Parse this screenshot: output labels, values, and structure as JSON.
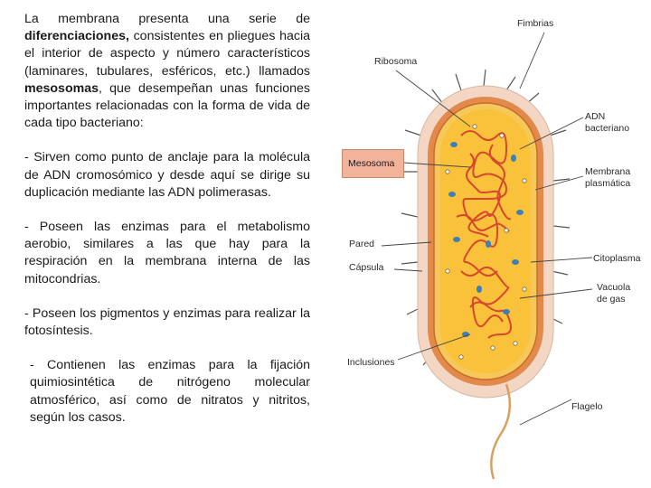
{
  "text": {
    "p1": {
      "a": "La membrana presenta una serie de ",
      "b1": "diferenciaciones,",
      "c": " consistentes en pliegues hacia el interior de aspecto y número característicos (laminares, tubulares, esféricos, etc.) llamados ",
      "b2": "mesosomas",
      "d": ", que desempeñan unas funciones importantes relacionadas con la forma de vida de cada tipo bacteriano:"
    },
    "p2": "- Sirven como punto de anclaje para la molécula de ADN cromosómico y desde aquí se dirige su duplicación  mediante las ADN polimerasas.",
    "p3": "- Poseen las enzimas para el metabolismo aerobio, similares a las que hay para la respiración en la membrana interna de las mitocondrias.",
    "p4": "- Poseen los pigmentos y enzimas para realizar la fotosíntesis.",
    "p5": "- Contienen las enzimas para la fijación quimiosintética de nitrógeno molecular atmosférico, así como de nitratos y nitritos, según los casos."
  },
  "diagram": {
    "labels": {
      "fimbrias": "Fimbrias",
      "ribosoma": "Ribosoma",
      "adn_1": "ADN",
      "adn_2": "bacteriano",
      "mesosoma": "Mesosoma",
      "membrana_1": "Membrana",
      "membrana_2": "plasmática",
      "pared": "Pared",
      "capsula": "Cápsula",
      "citoplasma": "Citoplasma",
      "vacuola_1": "Vacuola",
      "vacuola_2": "de gas",
      "inclusiones": "Inclusiones",
      "flagelo": "Flagelo"
    },
    "colors": {
      "capsule": "#f3d7c4",
      "wall": "#e28a4c",
      "membrane": "#f6c85a",
      "cytoplasm": "#f9c23a",
      "dna": "#d6472e",
      "vacuole": "#3f7fb8",
      "mesosome_box": "#f3b39a"
    }
  }
}
